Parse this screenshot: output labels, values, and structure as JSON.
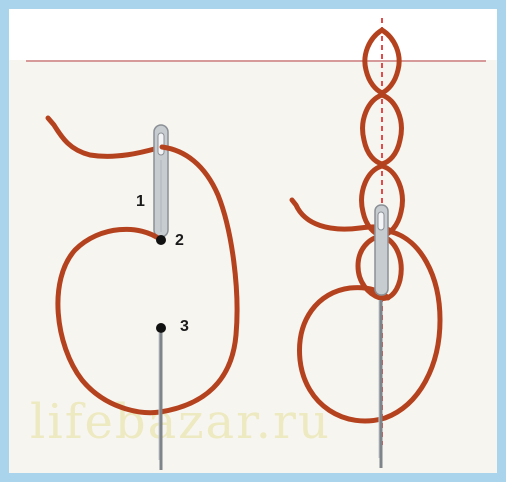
{
  "labels": {
    "point1": "1",
    "point2": "2",
    "point3": "3"
  },
  "watermark": "lifebazar.ru",
  "colors": {
    "frame": "#a9d4ec",
    "thread": "#b5421e",
    "guide_line": "#d79a9a",
    "center_line": "#e34b4b",
    "needle": "#9aa0a6"
  },
  "icons": [
    "needle-icon",
    "needle-icon"
  ]
}
